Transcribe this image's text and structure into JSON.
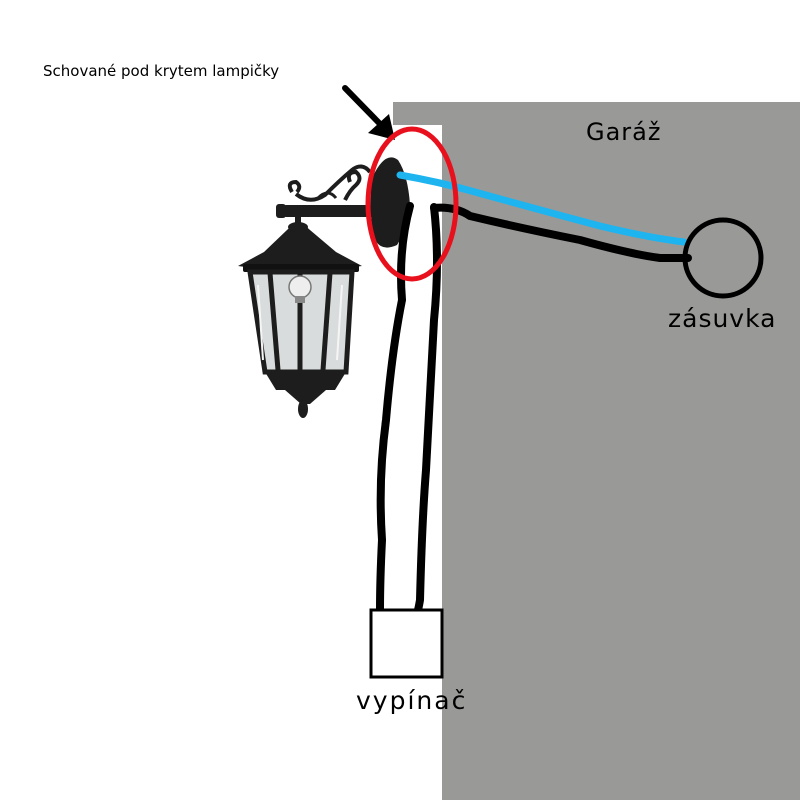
{
  "annotation": {
    "text": "Schované pod krytem lampičky"
  },
  "garage": {
    "label": "Garáž"
  },
  "socket": {
    "label": "zásuvka"
  },
  "switch": {
    "label": "vypínač"
  },
  "colors": {
    "wall": "#999a98",
    "wire_black": "#000000",
    "wire_blue": "#1eb4f0",
    "highlight_circle": "#e8101c",
    "lamp": "#1a1a1a"
  },
  "icons": {
    "lamp": "wall-lantern-icon",
    "socket": "socket-circle-icon",
    "switch": "switch-box-icon",
    "arrow": "arrow-icon"
  }
}
